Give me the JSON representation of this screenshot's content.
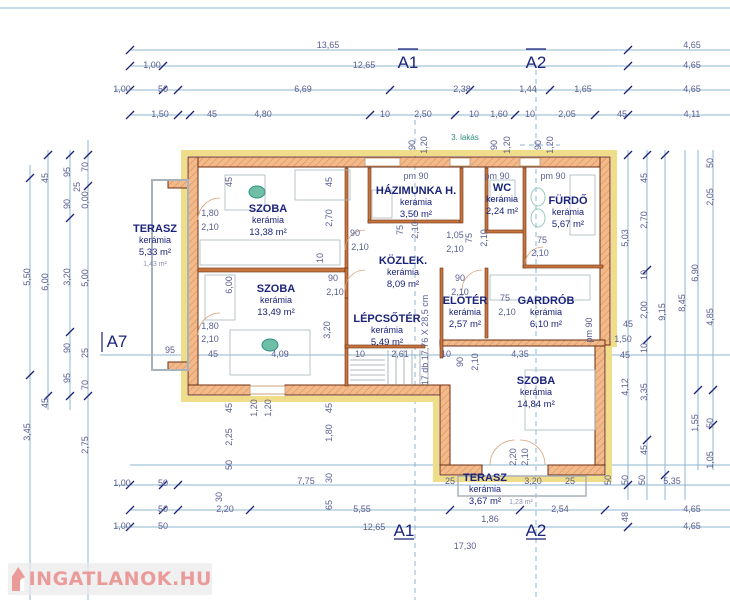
{
  "colors": {
    "wall": "#f2b98a",
    "wall_line": "#6b2e10",
    "dim_line": "#8fb4d0",
    "tick": "#1b237a",
    "text": "#1b237a",
    "tile": "#f3e39a"
  },
  "sections": {
    "a1": "A1",
    "a2": "A2",
    "a1_bottom": "A1",
    "a2_bottom": "A2",
    "a7": "A7"
  },
  "note": "3. lakás",
  "rooms": [
    {
      "name": "SZOBA",
      "floor": "kerámia",
      "area": "13,38 m²"
    },
    {
      "name": "HÁZIMUNKA H.",
      "floor": "kerámia",
      "area": "3,50 m²"
    },
    {
      "name": "WC",
      "floor": "kerámia",
      "area": "2,24 m²"
    },
    {
      "name": "FÜRDŐ",
      "floor": "kerámia",
      "area": "5,67 m²"
    },
    {
      "name": "KÖZLEK.",
      "floor": "kerámia",
      "area": "8,09 m²"
    },
    {
      "name": "SZOBA",
      "floor": "kerámia",
      "area": "13,49 m²"
    },
    {
      "name": "LÉPCSŐTÉR",
      "floor": "kerámia",
      "area": "5,49 m²"
    },
    {
      "name": "ELŐTÉR",
      "floor": "kerámia",
      "area": "2,57 m²"
    },
    {
      "name": "GARDRÓB",
      "floor": "kerámia",
      "area": "6,10 m²"
    },
    {
      "name": "SZOBA",
      "floor": "kerámia",
      "area": "14,84 m²"
    },
    {
      "name": "TERASZ",
      "floor": "kerámia",
      "area": "3,67 m²",
      "extra": "1,23 m²"
    },
    {
      "name": "TERASZ",
      "floor": "kerámia",
      "area": "5,33 m²",
      "extra": "1,43 m²"
    }
  ],
  "headroom": [
    "pm 90",
    "pm 90",
    "pm 90",
    "pm 90"
  ],
  "stairs": "17 db 17,76 X 28,5 cm",
  "dimensions": [
    "13,65",
    "4,65",
    "1,00",
    "12,65",
    "4,65",
    "1,00",
    "50",
    "6,69",
    "2,38",
    "1,44",
    "1,65",
    "4,65",
    "1,50",
    "45",
    "4,80",
    "10",
    "2,50",
    "10",
    "1,60",
    "10",
    "2,05",
    "45",
    "4,11",
    "90",
    "1,20",
    "90",
    "1,20",
    "90",
    "1,20",
    "5,50",
    "3,45",
    "45",
    "6,00",
    "45",
    "95",
    "90",
    "3,20",
    "90",
    "95",
    "70",
    "25",
    "0,00",
    "5,00",
    "25",
    "70",
    "2,75",
    "95",
    "5,03",
    "4,12",
    "45",
    "2,70",
    "10",
    "2,00",
    "10",
    "3,35",
    "45",
    "9,15",
    "8,45",
    "6,90",
    "1,55",
    "50",
    "2,05",
    "4,85",
    "50",
    "1,05",
    "45",
    "1,50",
    "45",
    "2,25",
    "1,20",
    "1,20",
    "45",
    "45",
    "1,80",
    "50",
    "30",
    "65",
    "30",
    "7,75",
    "2,20",
    "5,55",
    "12,65",
    "1,86",
    "2,54",
    "3,20",
    "25",
    "25",
    "2,20",
    "2,10",
    "17,30",
    "4,65",
    "4,65",
    "1,00",
    "50",
    "50",
    "1,00",
    "50",
    "5,35",
    "48",
    "50",
    "50",
    "50",
    "1,80",
    "2,10",
    "1,80",
    "2,10",
    "90",
    "2,10",
    "75",
    "2,10",
    "1,05",
    "2,10",
    "75",
    "2,10",
    "75",
    "2,10",
    "90",
    "2,10",
    "90",
    "2,10",
    "75",
    "2,10",
    "45",
    "45",
    "2,70",
    "10",
    "6,00",
    "3,20",
    "4,09",
    "10",
    "2,61",
    "10",
    "4,35",
    "45",
    "90",
    "2,10"
  ],
  "logo": "INGATLANOK.HU"
}
